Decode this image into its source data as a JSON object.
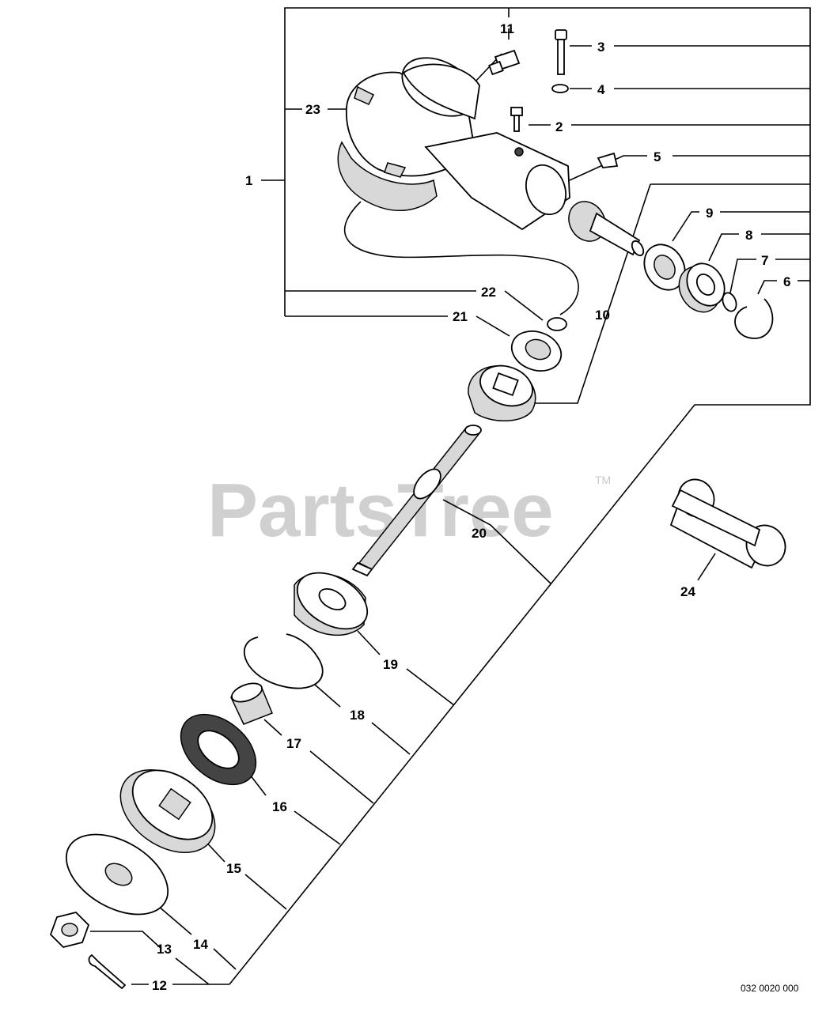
{
  "watermark": {
    "brand": "PartsTree",
    "trademark": "TM"
  },
  "diagram_code": "032 0020 000",
  "callouts": {
    "c1": "1",
    "c2": "2",
    "c3": "3",
    "c4": "4",
    "c5": "5",
    "c6": "6",
    "c7": "7",
    "c8": "8",
    "c9": "9",
    "c10": "10",
    "c11": "11",
    "c12": "12",
    "c13": "13",
    "c14": "14",
    "c15": "15",
    "c16": "16",
    "c17": "17",
    "c18": "18",
    "c19": "19",
    "c20": "20",
    "c21": "21",
    "c22": "22",
    "c23": "23",
    "c24": "24"
  }
}
